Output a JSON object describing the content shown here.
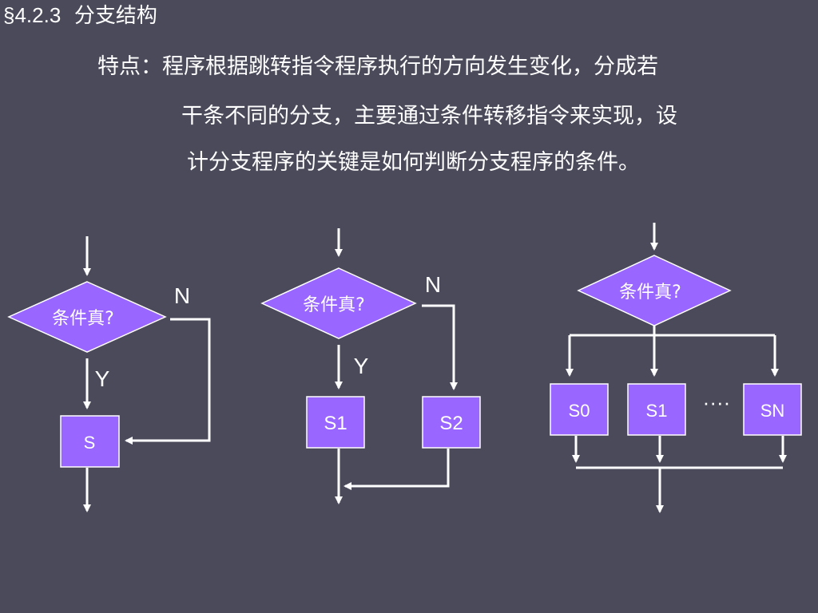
{
  "heading": {
    "section_mark": "§",
    "number": "4.2.3",
    "title": "分支结构"
  },
  "paragraph": {
    "line1": "特点：程序根据跳转指令程序执行的方向发生变化，分成若",
    "line2": "干条不同的分支，主要通过条件转移指令来实现，设",
    "line3": "计分支程序的关键是如何判断分支程序的条件。"
  },
  "diagrams": {
    "single_branch": {
      "condition": "条件真?",
      "no_label": "N",
      "yes_label": "Y",
      "process": "S"
    },
    "double_branch": {
      "condition": "条件真?",
      "no_label": "N",
      "yes_label": "Y",
      "process_1": "S1",
      "process_2": "S2"
    },
    "multi_branch": {
      "condition": "条件真?",
      "process_0": "S0",
      "process_1": "S1",
      "ellipsis": "····",
      "process_n": "SN"
    }
  },
  "colors": {
    "background": "#4a4a5a",
    "node_fill": "#9966ff",
    "node_stroke": "#ffffff",
    "line": "#ffffff",
    "text": "#ffffff"
  }
}
